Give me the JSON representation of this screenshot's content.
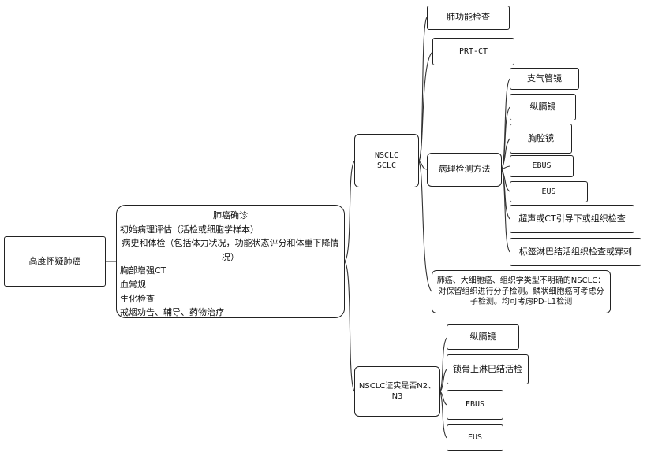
{
  "root": "高度怀疑肺癌",
  "diagnosis": {
    "title": "肺癌确诊",
    "items": [
      "初始病理评估（活检或细胞学样本）",
      "病史和体检（包括体力状况，功能状态评分和体重下降情况）",
      "胸部增强CT",
      "血常规",
      "生化检查",
      "戒烟劝告、辅导、药物治疗"
    ]
  },
  "branch_nsclc_sclc": {
    "line1": "NSCLC",
    "line2": "SCLC"
  },
  "lung_function": "肺功能检查",
  "prt_ct": "PRT-CT",
  "pathology": {
    "label": "病理检测方法",
    "methods": [
      "支气管镜",
      "纵膈镜",
      "胸腔镜",
      "EBUS",
      "EUS",
      "超声或CT引导下或组织检查",
      "标签淋巴结活组织检查或穿刺"
    ]
  },
  "molecular_note": {
    "line1": "肺癌、大细胞癌、组织学类型不明确的NSCLC：",
    "line2": "对保留组织进行分子检测。鳞状细胞癌可考虑分",
    "line3": "子检测。均可考虑PD-L1检测"
  },
  "branch_n2n3": "NSCLC证实是否N2、N3",
  "n2n3_methods": [
    "纵膈镜",
    "锁骨上淋巴结活检",
    "EBUS",
    "EUS"
  ]
}
